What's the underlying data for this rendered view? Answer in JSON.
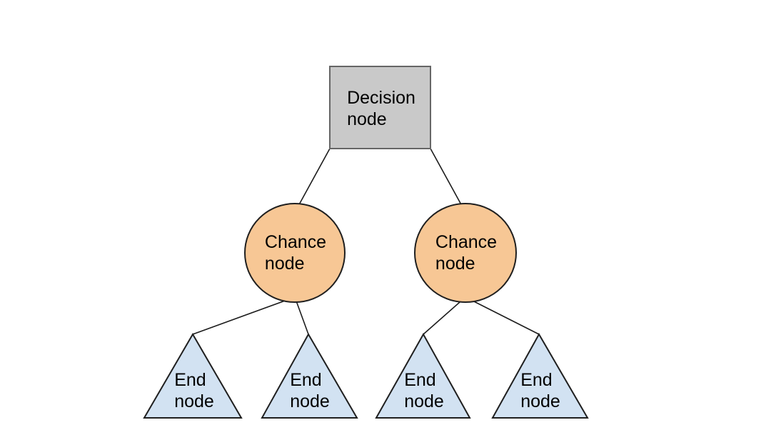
{
  "diagram": {
    "type": "decision-tree",
    "background": "#ffffff",
    "edge_color": "#1c1c1c",
    "nodes": [
      {
        "id": "decision-node",
        "shape": "rectangle",
        "label": "Decision\nnode",
        "fill": "#c9c9c9",
        "stroke": "#666666"
      },
      {
        "id": "chance-node-left",
        "shape": "circle",
        "label": "Chance\nnode",
        "fill": "#f7c795",
        "stroke": "#1f1f1f"
      },
      {
        "id": "chance-node-right",
        "shape": "circle",
        "label": "Chance\nnode",
        "fill": "#f7c795",
        "stroke": "#1f1f1f"
      },
      {
        "id": "end-node-1",
        "shape": "triangle",
        "label": "End\nnode",
        "fill": "#d2e2f2",
        "stroke": "#1f1f1f"
      },
      {
        "id": "end-node-2",
        "shape": "triangle",
        "label": "End\nnode",
        "fill": "#d2e2f2",
        "stroke": "#1f1f1f"
      },
      {
        "id": "end-node-3",
        "shape": "triangle",
        "label": "End\nnode",
        "fill": "#d2e2f2",
        "stroke": "#1f1f1f"
      },
      {
        "id": "end-node-4",
        "shape": "triangle",
        "label": "End\nnode",
        "fill": "#d2e2f2",
        "stroke": "#1f1f1f"
      }
    ],
    "edges": [
      {
        "from": "decision-node",
        "to": "chance-node-left"
      },
      {
        "from": "decision-node",
        "to": "chance-node-right"
      },
      {
        "from": "chance-node-left",
        "to": "end-node-1"
      },
      {
        "from": "chance-node-left",
        "to": "end-node-2"
      },
      {
        "from": "chance-node-right",
        "to": "end-node-3"
      },
      {
        "from": "chance-node-right",
        "to": "end-node-4"
      }
    ]
  }
}
